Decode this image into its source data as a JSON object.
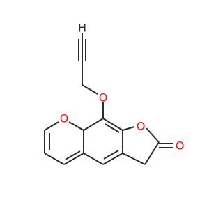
{
  "molecule": {
    "atoms": [
      {
        "id": "h_terminal",
        "label": "H",
        "color": "#2b2b2b"
      },
      {
        "id": "o_ether",
        "label": "O",
        "color": "#ff0d0d"
      },
      {
        "id": "o_furanone_ring",
        "label": "O",
        "color": "#ff0d0d"
      },
      {
        "id": "o_carbonyl",
        "label": "O",
        "color": "#ff0d0d"
      },
      {
        "id": "o_pyran_ring",
        "label": "O",
        "color": "#ff0d0d"
      }
    ],
    "colors": {
      "bond": "#2b2b2b",
      "oxygen": "#ff0d0d",
      "background": "#ffffff"
    }
  }
}
